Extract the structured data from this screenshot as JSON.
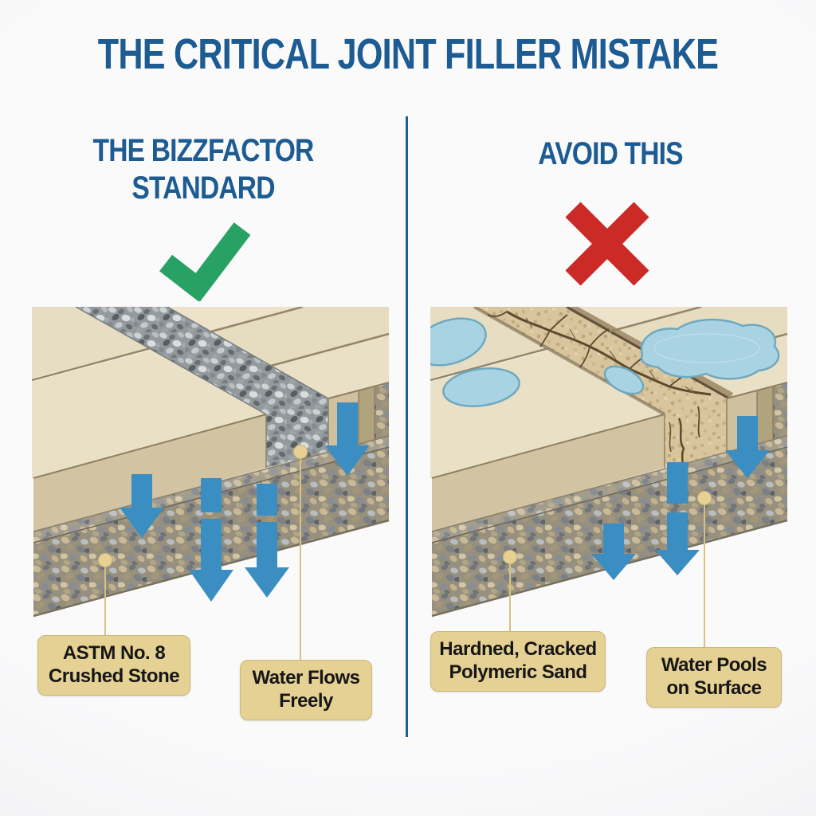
{
  "title": "THE CRITICAL JOINT FILLER MISTAKE",
  "left": {
    "heading": "THE BIZZFACTOR\nSTANDARD",
    "result_icon": "green-checkmark",
    "labels": [
      "ASTM No. 8\nCrushed Stone",
      "Water Flows\nFreely"
    ]
  },
  "right": {
    "heading": "AVOID THIS",
    "result_icon": "red-x",
    "labels": [
      "Hardned, Cracked\nPolymeric Sand",
      "Water Pools\non Surface"
    ]
  },
  "colors": {
    "heading_blue": "#1d5b93",
    "divider_blue": "#1e5c94",
    "check_green": "#28a164",
    "x_red": "#cb2a27",
    "arrow_blue": "#3a8ec1",
    "label_bg": "#e5d193",
    "leader_line": "#d9c27f",
    "paver_tan": "#e9dfc5",
    "joint_gravel_gray": "#939a9d",
    "cracked_sand_tan": "#d8c59d",
    "water_blue": "#a9d3e2",
    "background": "#f6f6f7"
  }
}
